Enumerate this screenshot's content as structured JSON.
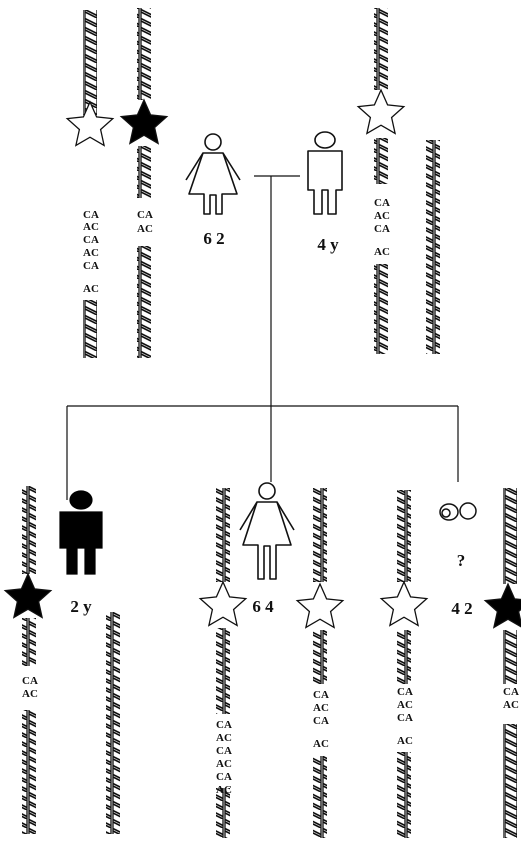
{
  "colors": {
    "ink": "#111111",
    "paper": "#ffffff",
    "affected": "#000000"
  },
  "parents": {
    "mother": {
      "icon": "female-icon",
      "affected": false,
      "label": "6 2"
    },
    "father": {
      "icon": "male-icon",
      "affected": false,
      "label": "4 y"
    }
  },
  "children": [
    {
      "icon": "male-icon",
      "affected": true,
      "label": "2 y"
    },
    {
      "icon": "female-icon",
      "affected": false,
      "label": "6 4"
    },
    {
      "icon": "embryo-icon",
      "affected": false,
      "label": "4 2",
      "unknown_mark": "?"
    }
  ],
  "chromosomes": [
    {
      "marker": "open-star",
      "repeats": [
        "CA",
        "AC",
        "CA",
        "AC",
        "CA",
        "AC"
      ]
    },
    {
      "marker": "filled-star",
      "repeats": [
        "CA",
        "AC"
      ]
    },
    {
      "marker": "open-star",
      "repeats": [
        "CA",
        "AC",
        "CA",
        "AC"
      ]
    },
    {
      "marker": "none",
      "repeats": []
    },
    {
      "marker": "filled-star",
      "repeats": [
        "CA",
        "AC"
      ]
    },
    {
      "marker": "none",
      "repeats": []
    },
    {
      "marker": "open-star",
      "repeats": [
        "CA",
        "AC",
        "CA",
        "AC",
        "CA",
        "AC"
      ]
    },
    {
      "marker": "open-star",
      "repeats": [
        "CA",
        "AC",
        "CA",
        "AC"
      ]
    },
    {
      "marker": "open-star",
      "repeats": [
        "CA",
        "AC",
        "CA",
        "AC"
      ]
    },
    {
      "marker": "filled-star",
      "repeats": [
        "CA",
        "AC"
      ]
    }
  ]
}
